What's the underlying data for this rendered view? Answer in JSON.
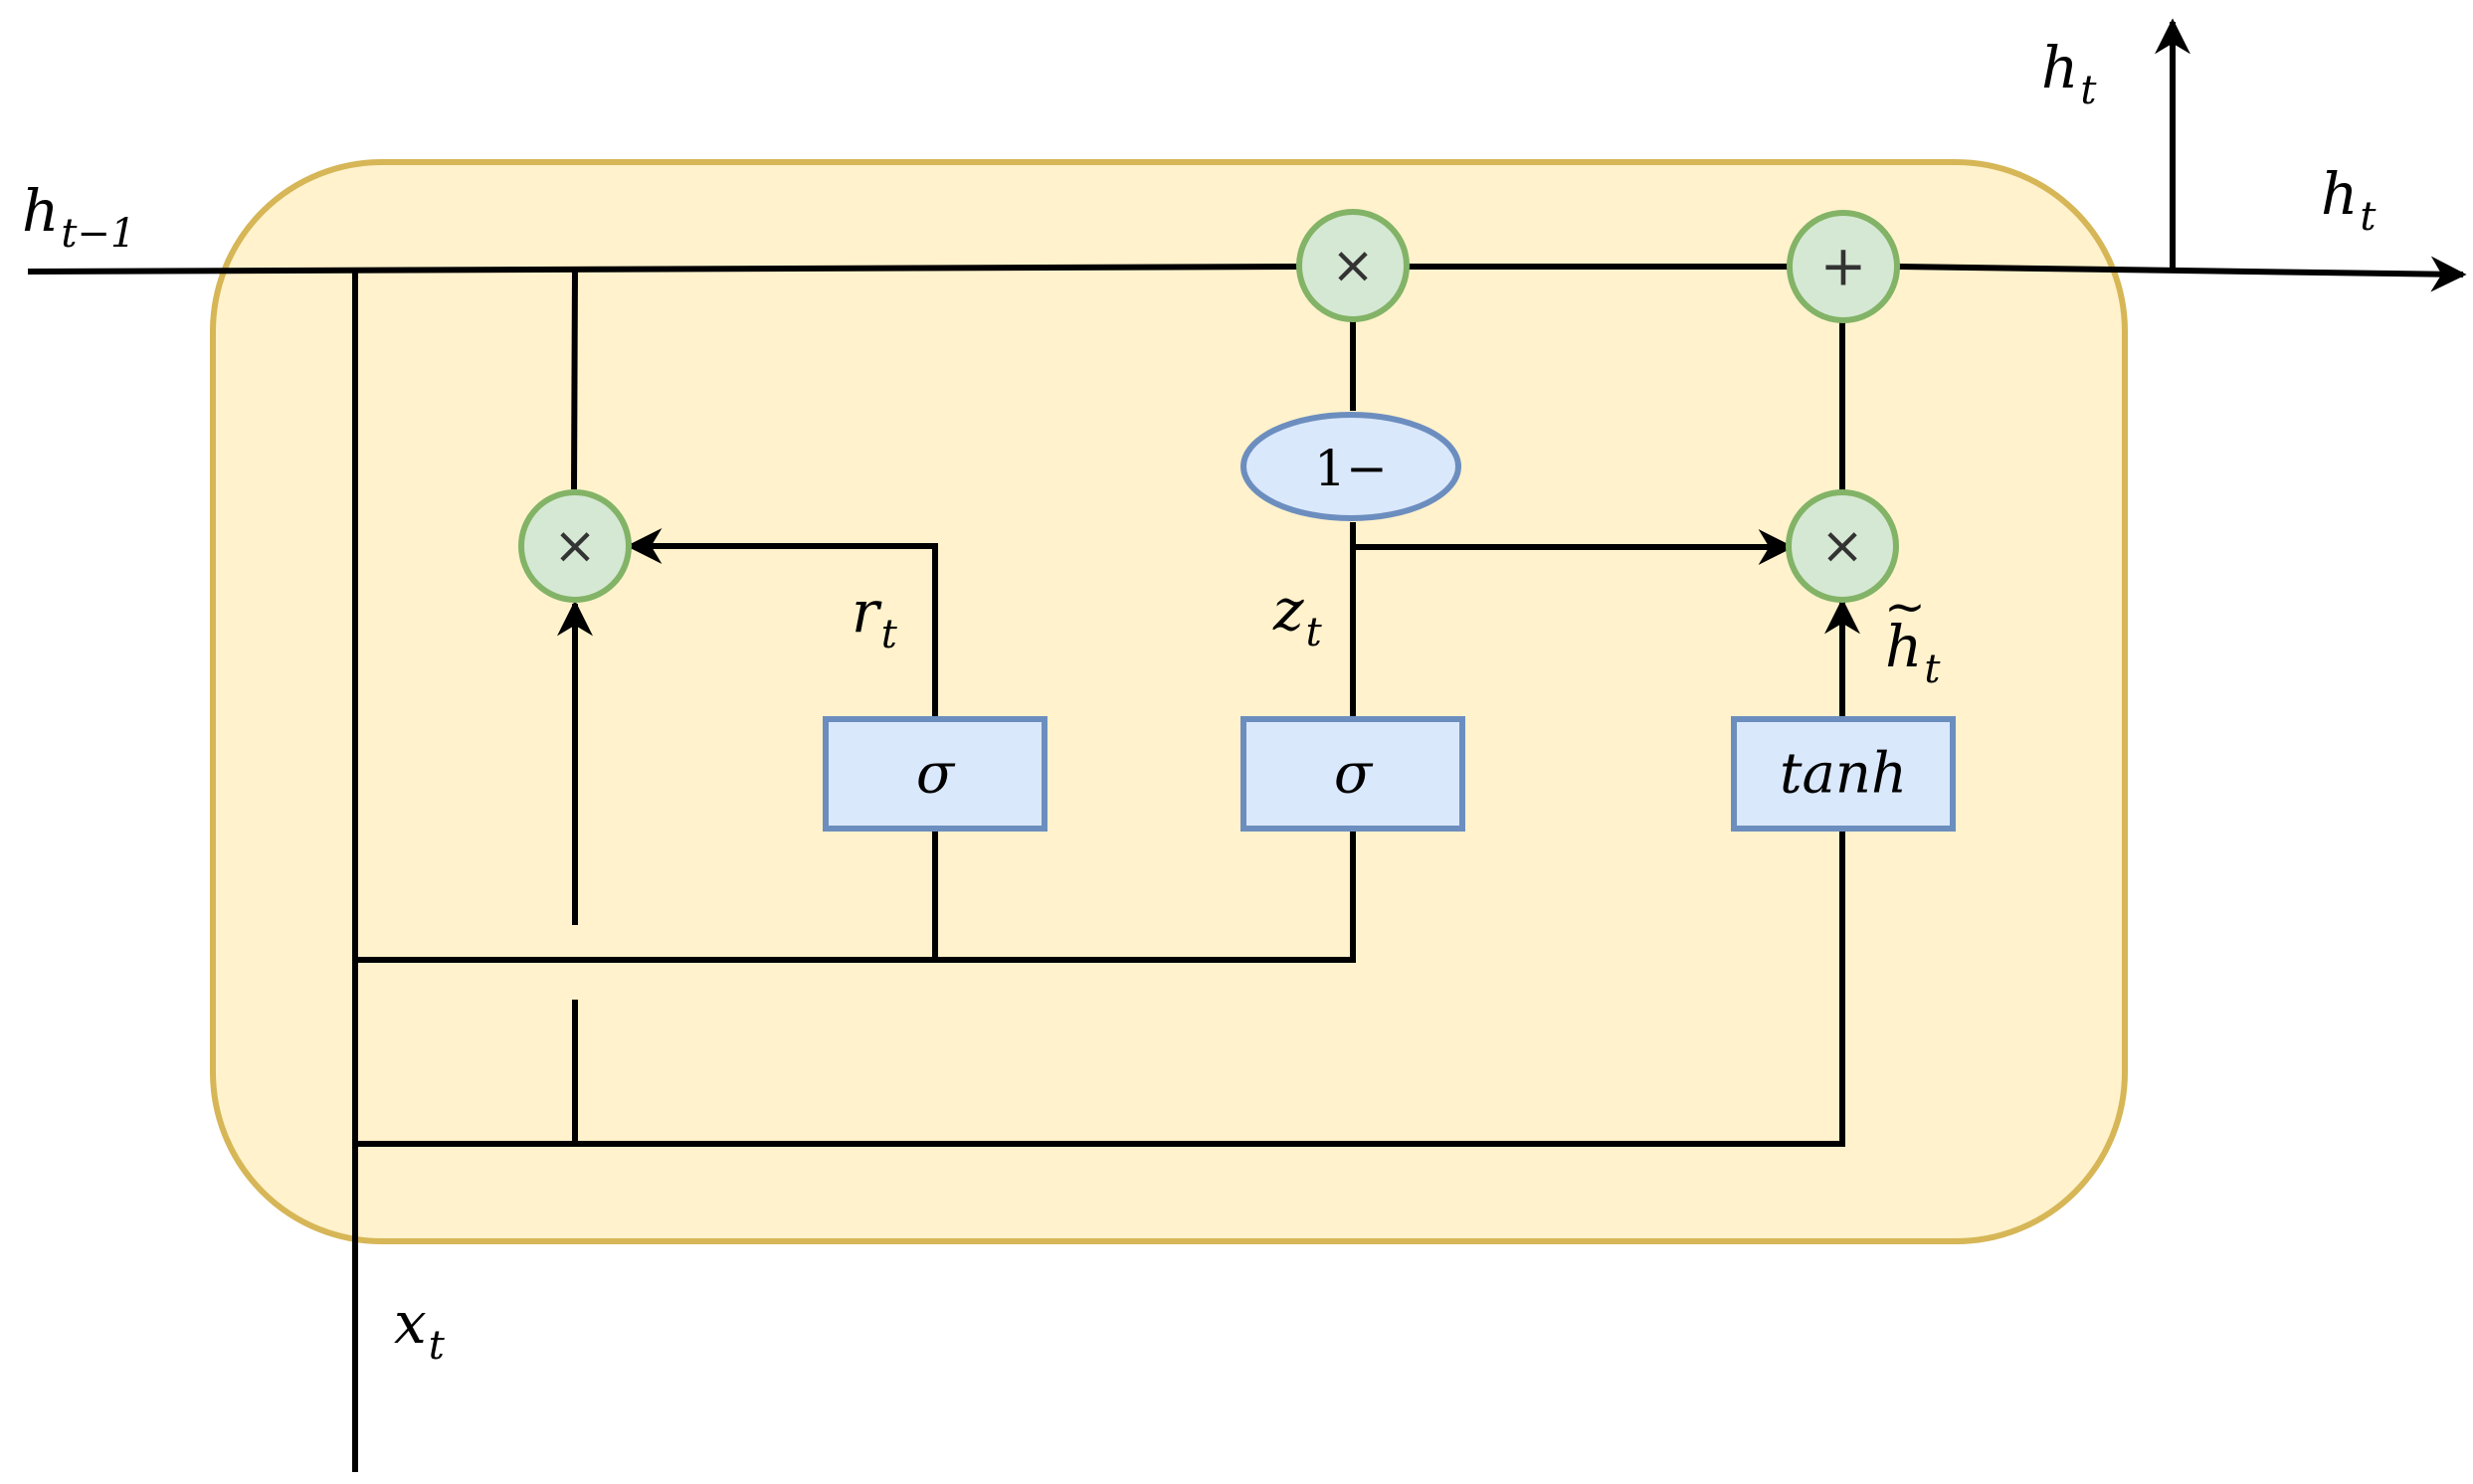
{
  "colors": {
    "cell_fill": "#fff2cc",
    "cell_stroke": "#d6b656",
    "op_fill": "#d5e8d4",
    "op_stroke": "#82b366",
    "gate_fill": "#dae8fc",
    "gate_stroke": "#6c8ebf",
    "wire": "#000000"
  },
  "labels": {
    "h_prev": {
      "base": "h",
      "sub": "t−1"
    },
    "h_out_top": {
      "base": "h",
      "sub": "t"
    },
    "h_out_right": {
      "base": "h",
      "sub": "t"
    },
    "x_in": {
      "base": "x",
      "sub": "t"
    },
    "r_gate": {
      "base": "r",
      "sub": "t"
    },
    "z_gate": {
      "base": "z",
      "sub": "t"
    },
    "h_tilde": {
      "base": "h",
      "sub": "t",
      "accent": "~"
    }
  },
  "operators": {
    "mult_reset": "×",
    "mult_top": "×",
    "add_top": "+",
    "mult_update": "×",
    "one_minus": "1−"
  },
  "gates": {
    "reset_sigma": "σ",
    "update_sigma": "σ",
    "candidate_tanh": "tanh"
  }
}
